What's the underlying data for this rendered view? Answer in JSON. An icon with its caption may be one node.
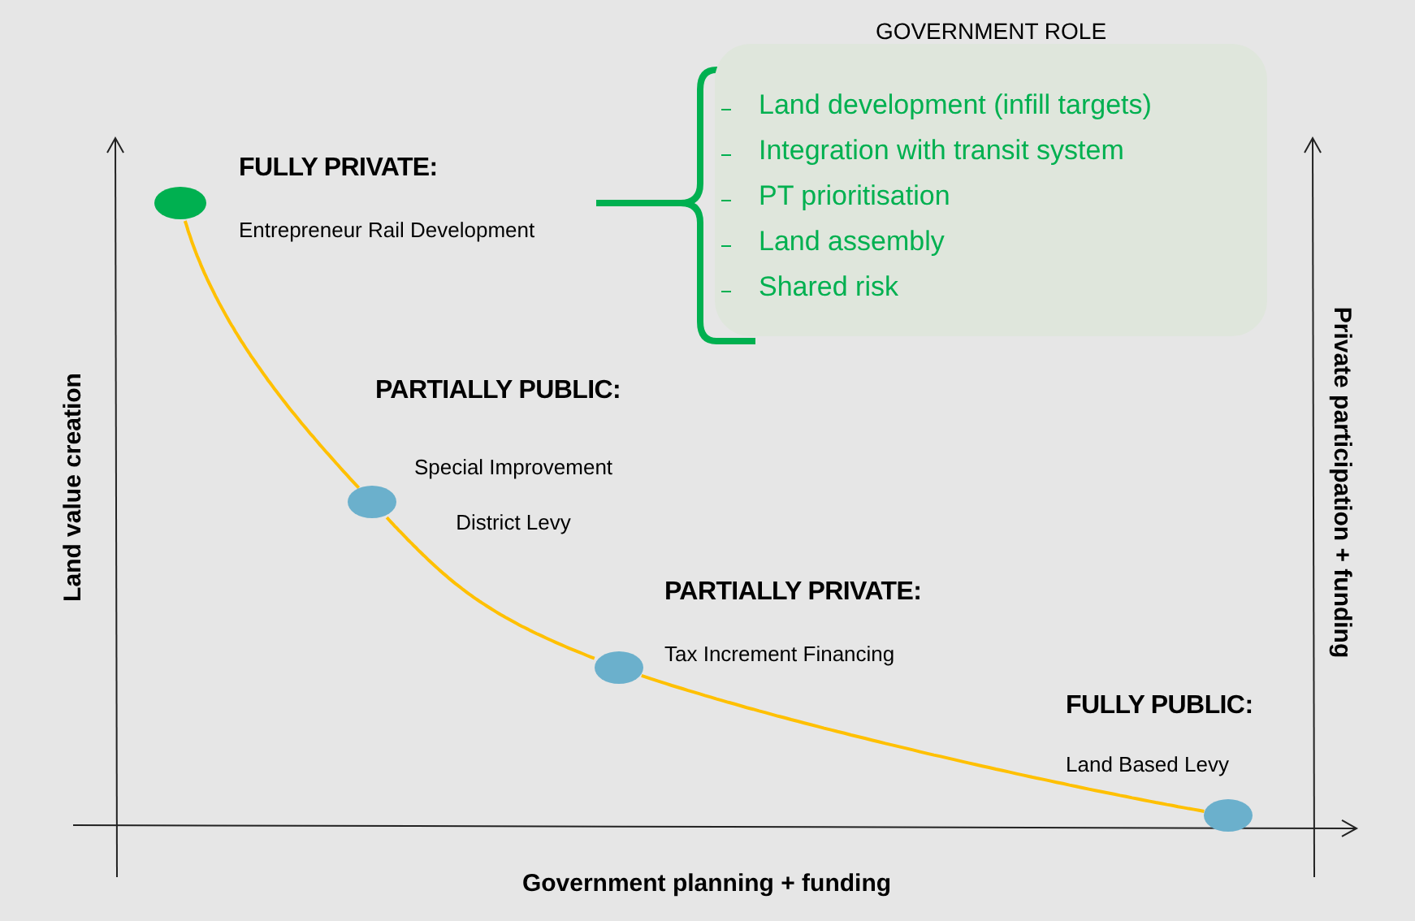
{
  "diagram": {
    "nodes": [
      {
        "text": [],
        "shape": "circle",
        "beside": [
          "FULLY PRIVATE:",
          "Entrepreneur Rail Development"
        ]
      },
      {
        "text": [
          "GOVERNMENT ROLE",
          "Land development (infill targets)",
          "Integration with transit system",
          "PT prioritisation",
          "Land assembly",
          "Shared risk"
        ]
      },
      {
        "text": [],
        "shape": "circle",
        "beside": [
          "PARTIALLY PUBLIC:",
          "Special Improvement District Levy"
        ]
      },
      {
        "text": [],
        "shape": "circle",
        "beside": [
          "PARTIALLY PRIVATE:",
          "Tax Increment Financing"
        ]
      },
      {
        "text": [],
        "shape": "circle",
        "beside": [
          "FULLY PUBLIC:",
          "Land Based Levy"
        ]
      }
    ],
    "edges": [
      {
        "from": 0,
        "to": 2,
        "arrow": "none",
        "color": "#ffc000"
      },
      {
        "from": 2,
        "to": 3,
        "arrow": "none",
        "color": "#ffc000"
      },
      {
        "from": 3,
        "to": 4,
        "arrow": "none",
        "color": "#ffc000"
      }
    ],
    "labels": [
      "Land value creation",
      "Government planning + funding",
      "Private participation + funding"
    ]
  }
}
